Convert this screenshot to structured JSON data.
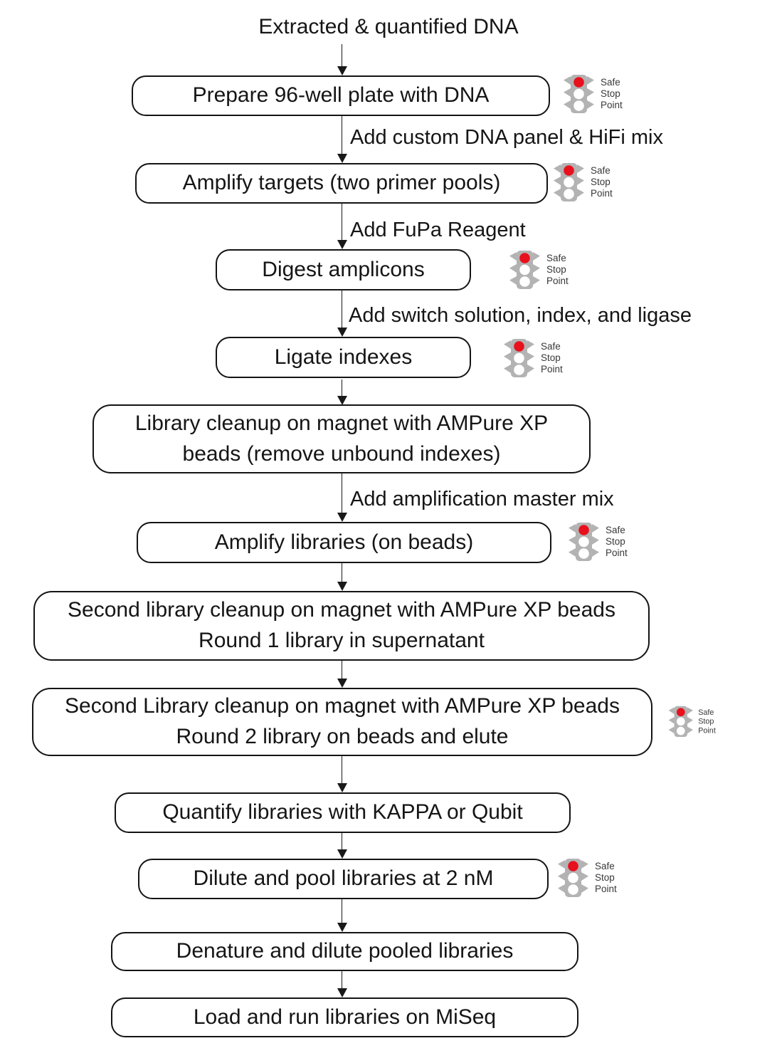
{
  "flow": {
    "start": "Extracted & quantified DNA",
    "steps": [
      {
        "id": "prepare-plate",
        "label": "Prepare 96-well plate with DNA",
        "safe_stop": true
      },
      {
        "id": "amplify-targets",
        "label": "Amplify targets (two primer pools)",
        "safe_stop": true
      },
      {
        "id": "digest-amplicons",
        "label": "Digest amplicons",
        "safe_stop": true
      },
      {
        "id": "ligate-indexes",
        "label": "Ligate indexes",
        "safe_stop": true
      },
      {
        "id": "library-cleanup",
        "label": "Library cleanup on magnet with AMPure XP beads (remove unbound indexes)",
        "safe_stop": false
      },
      {
        "id": "amplify-libraries",
        "label": "Amplify libraries (on beads)",
        "safe_stop": true
      },
      {
        "id": "second-cleanup-round1",
        "label": "Second library cleanup on magnet with AMPure XP beads Round 1 library in supernatant",
        "safe_stop": false
      },
      {
        "id": "second-cleanup-round2",
        "label": "Second Library cleanup on magnet with AMPure XP beads Round 2 library on beads and elute",
        "safe_stop": true
      },
      {
        "id": "quantify-libraries",
        "label": "Quantify libraries with KAPPA or Qubit",
        "safe_stop": false
      },
      {
        "id": "dilute-pool",
        "label": "Dilute and pool libraries at 2 nM",
        "safe_stop": true
      },
      {
        "id": "denature-dilute",
        "label": "Denature and dilute pooled libraries",
        "safe_stop": false
      },
      {
        "id": "load-run",
        "label": "Load and run libraries on MiSeq",
        "safe_stop": false
      }
    ],
    "edge_labels": [
      "Add custom DNA panel & HiFi mix",
      "Add FuPa Reagent",
      "Add switch solution, index, and ligase",
      "Add amplification master mix"
    ],
    "safe_stop_badge": {
      "line1": "Safe",
      "line2": "Stop",
      "line3": "Point"
    },
    "colors": {
      "signal_red": "#e8101d",
      "signal_gray": "#b3b3b3"
    }
  }
}
